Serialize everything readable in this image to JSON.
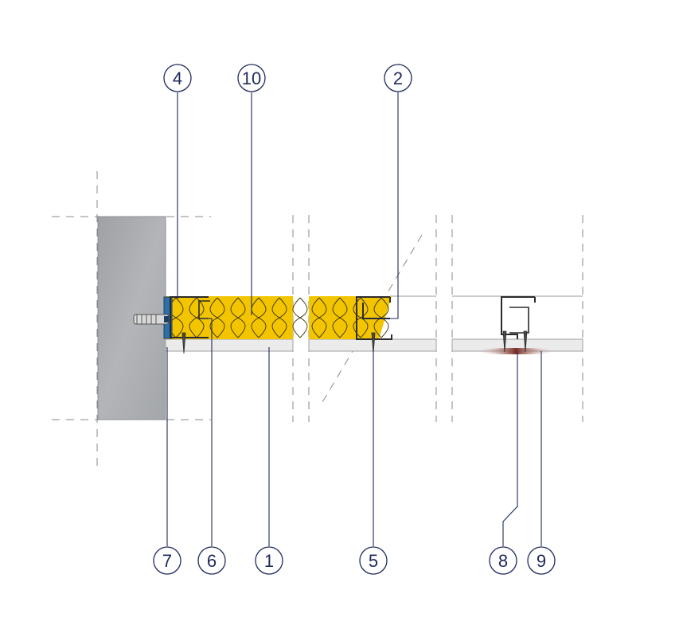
{
  "diagram": {
    "callouts": [
      {
        "id": "c4",
        "label": "4"
      },
      {
        "id": "c10",
        "label": "10"
      },
      {
        "id": "c2",
        "label": "2"
      },
      {
        "id": "c7",
        "label": "7"
      },
      {
        "id": "c6",
        "label": "6"
      },
      {
        "id": "c1",
        "label": "1"
      },
      {
        "id": "c5",
        "label": "5"
      },
      {
        "id": "c8",
        "label": "8"
      },
      {
        "id": "c9",
        "label": "9"
      }
    ],
    "colors": {
      "ink": "#1f2a5c",
      "wall": "#a9acb0",
      "insulation": "#f2c500",
      "board": "#e9e9e9",
      "profile": "#2b2b2b",
      "strip": "#2f6fa8",
      "sealant": "#8a3b32"
    }
  }
}
